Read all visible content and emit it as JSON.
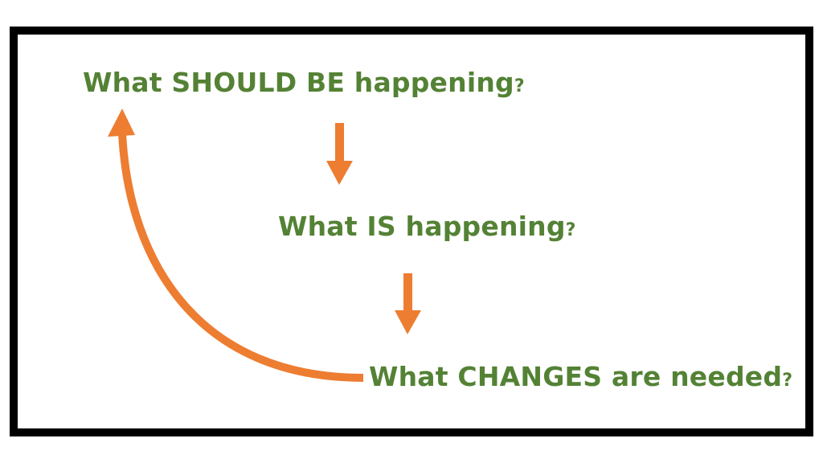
{
  "colors": {
    "text": "#548235",
    "arrow": "#ED7D31",
    "border": "#000000",
    "background": "#FFFFFF"
  },
  "steps": [
    {
      "text": "What SHOULD BE happening",
      "mark": "?"
    },
    {
      "text": "What IS happening",
      "mark": "?"
    },
    {
      "text": "What CHANGES are needed",
      "mark": "?"
    }
  ]
}
